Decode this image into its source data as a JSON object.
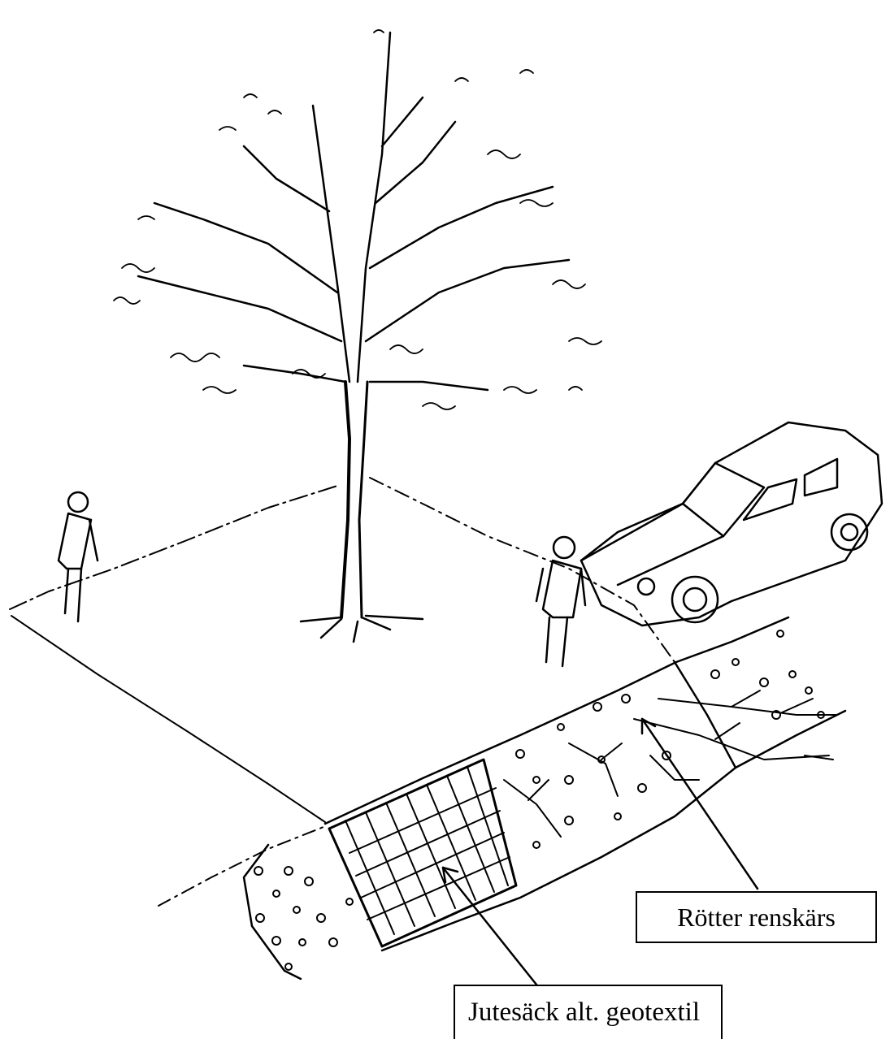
{
  "labels": {
    "roots_cut": "Rötter renskärs",
    "jute_sack": "Jutesäck alt. geotextil"
  },
  "colors": {
    "ink": "#000000",
    "paper": "#ffffff"
  },
  "drawing": {
    "subjects": [
      "tree",
      "car",
      "person-left",
      "person-right",
      "trench",
      "jute-sack-grid",
      "severed-roots",
      "gravel"
    ]
  }
}
